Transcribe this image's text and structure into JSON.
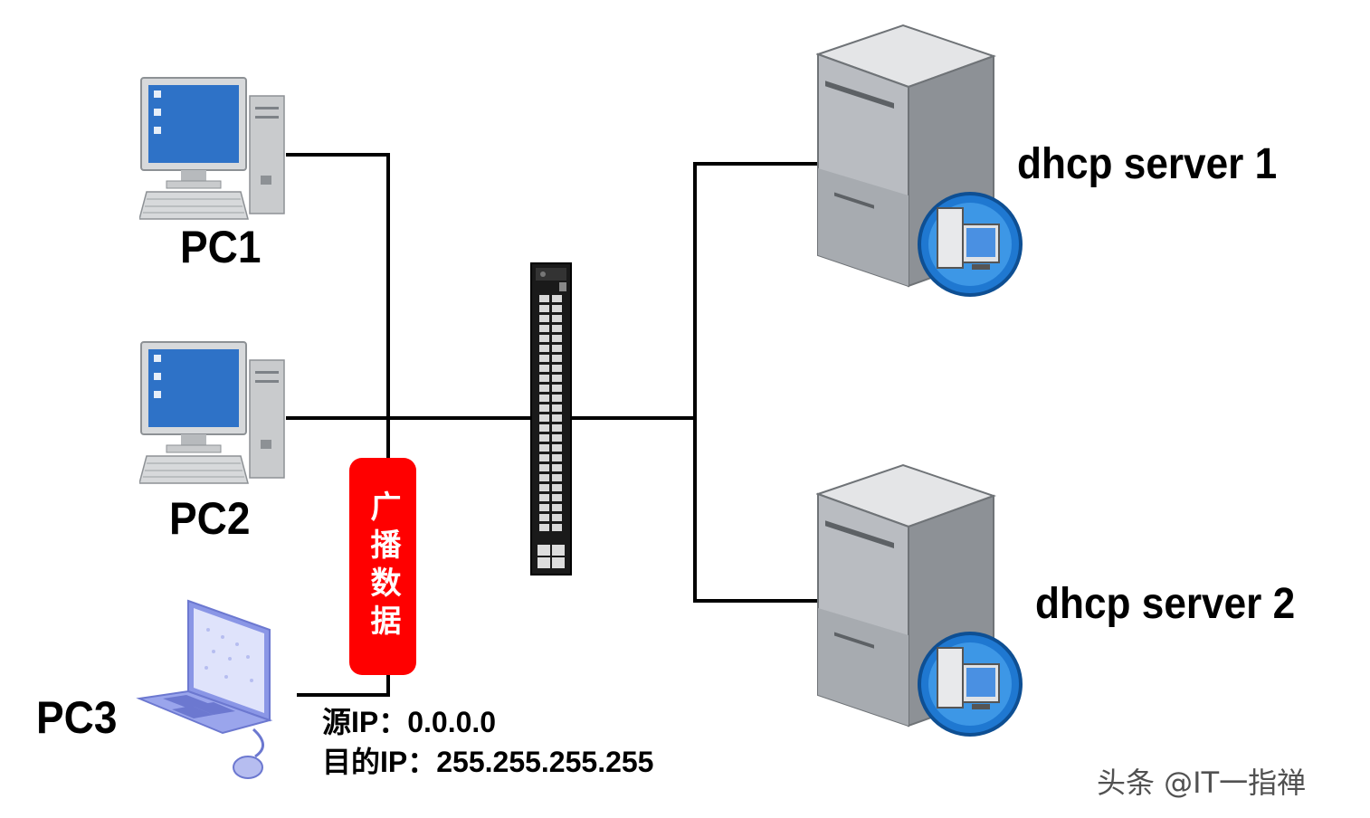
{
  "nodes": {
    "pc1": {
      "label": "PC1",
      "icon": "desktop-computer-icon"
    },
    "pc2": {
      "label": "PC2",
      "icon": "desktop-computer-icon"
    },
    "pc3": {
      "label": "PC3",
      "icon": "laptop-icon"
    },
    "switch": {
      "icon": "network-switch-icon"
    },
    "server1": {
      "label": "dhcp server 1",
      "icon": "server-icon"
    },
    "server2": {
      "label": "dhcp server 2",
      "icon": "server-icon"
    }
  },
  "broadcast": {
    "label": "广播数据",
    "color": "#ff0000"
  },
  "packet": {
    "src_ip": "源IP：0.0.0.0",
    "dst_ip": "目的IP：255.255.255.255"
  },
  "watermark": "头条 @IT一指禅"
}
